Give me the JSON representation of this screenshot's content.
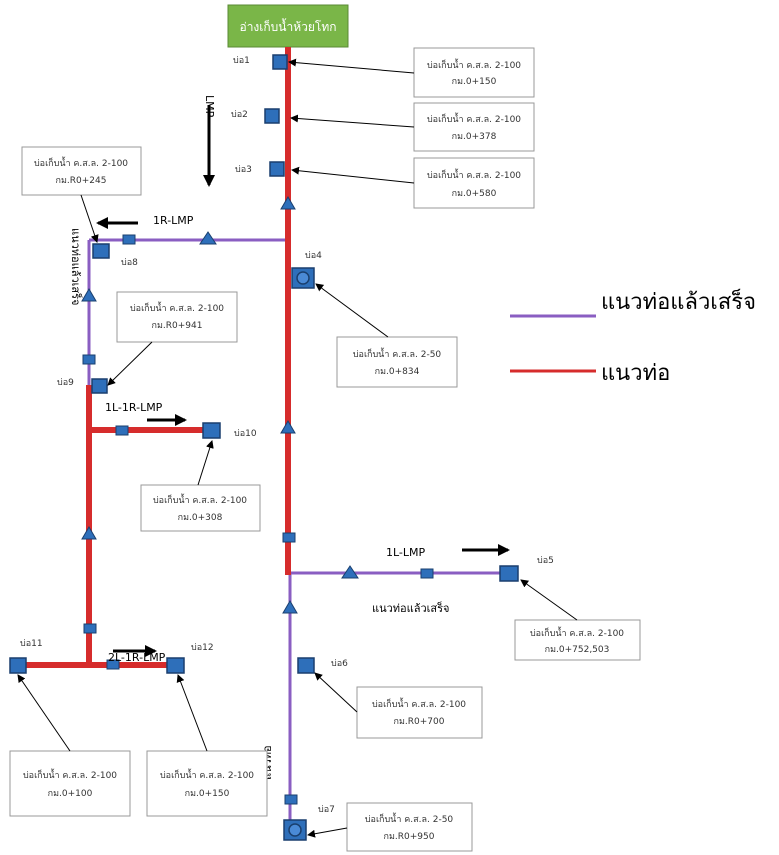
{
  "reservoir": {
    "label": "อ่างเก็บน้ำห้วยโทก",
    "color": "#7ab648"
  },
  "colors": {
    "pipe_done": "#8a5ec2",
    "pipe_planned": "#d62c2c",
    "node": "#2e6fba",
    "node_border": "#1a3f6e"
  },
  "legend": [
    {
      "key": "done",
      "label": "แนวท่อแล้วเสร็จ"
    },
    {
      "key": "planned",
      "label": "แนวท่อ"
    }
  ],
  "lines": {
    "lmp": "LMP",
    "r1": "1R-LMP",
    "l1r1": "1L-1R-LMP",
    "l2r1": "2L-1R-LMP",
    "l1": "1L-LMP"
  },
  "pipe_labels": {
    "left_vertical": "แนวท่อแล้วเสร็จ",
    "right_branch": "แนวท่อแล้วเสร็จ",
    "lower_vertical": "แนวท่อ"
  },
  "wells": {
    "w1": "บ่อ1",
    "w2": "บ่อ2",
    "w3": "บ่อ3",
    "w4": "บ่อ4",
    "w5": "บ่อ5",
    "w6": "บ่อ6",
    "w7": "บ่อ7",
    "w8": "บ่อ8",
    "w9": "บ่อ9",
    "w10": "บ่อ10",
    "w11": "บ่อ11",
    "w12": "บ่อ12"
  },
  "callouts": {
    "c1": {
      "line1": "บ่อเก็บน้ำ ค.ส.ล. 2-100",
      "line2": "กม.0+150"
    },
    "c2": {
      "line1": "บ่อเก็บน้ำ ค.ส.ล. 2-100",
      "line2": "กม.0+378"
    },
    "c3": {
      "line1": "บ่อเก็บน้ำ ค.ส.ล. 2-100",
      "line2": "กม.0+580"
    },
    "c4": {
      "line1": "บ่อเก็บน้ำ ค.ส.ล. 2-50",
      "line2": "กม.0+834"
    },
    "c5": {
      "line1": "บ่อเก็บน้ำ ค.ส.ล. 2-100",
      "line2": "กม.0+752,503"
    },
    "c6": {
      "line1": "บ่อเก็บน้ำ ค.ส.ล. 2-100",
      "line2": "กม.R0+700"
    },
    "c7": {
      "line1": "บ่อเก็บน้ำ ค.ส.ล. 2-50",
      "line2": "กม.R0+950"
    },
    "c8": {
      "line1": "บ่อเก็บน้ำ ค.ส.ล. 2-100",
      "line2": "กม.R0+245"
    },
    "c9": {
      "line1": "บ่อเก็บน้ำ ค.ส.ล. 2-100",
      "line2": "กม.R0+941"
    },
    "c10": {
      "line1": "บ่อเก็บน้ำ ค.ส.ล. 2-100",
      "line2": "กม.0+308"
    },
    "c11": {
      "line1": "บ่อเก็บน้ำ ค.ส.ล. 2-100",
      "line2": "กม.0+100"
    },
    "c12": {
      "line1": "บ่อเก็บน้ำ ค.ส.ล. 2-100",
      "line2": "กม.0+150"
    }
  }
}
